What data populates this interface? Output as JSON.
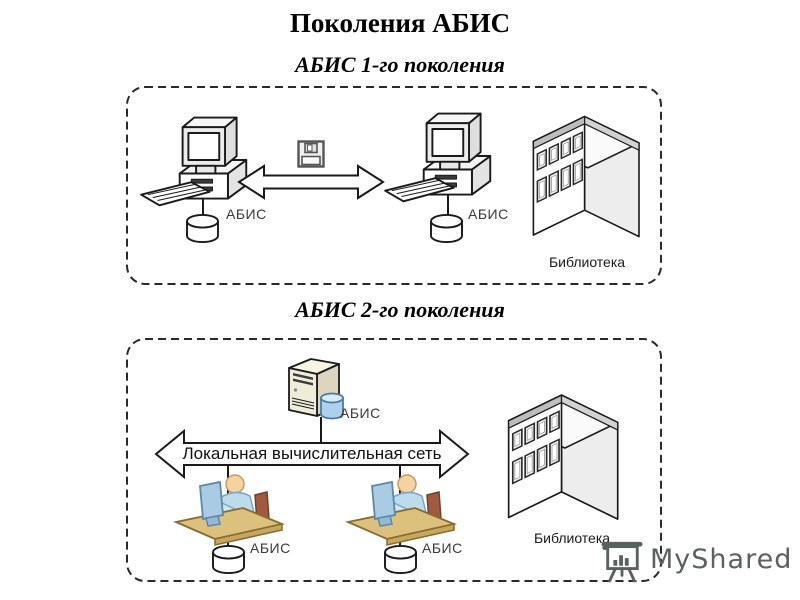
{
  "title": "Поколения АБИС",
  "section1": {
    "heading": "АБИС 1-го поколения",
    "computer1_db_label": "АБИС",
    "computer2_db_label": "АБИС",
    "building_label": "Библиотека"
  },
  "section2": {
    "heading": "АБИС 2-го поколения",
    "server_db_label": "АБИС",
    "network_arrow_label": "Локальная вычислительная сеть",
    "workstation1_db_label": "АБИС",
    "workstation2_db_label": "АБИС",
    "building_label": "Библиотека"
  },
  "watermark": {
    "brand": "MyShared"
  },
  "icons": {
    "computer": "isometric-desktop-pc",
    "database": "white-cylinder",
    "floppy": "floppy-disk",
    "transfer_arrow": "double-headed-arrow",
    "server": "tower-server-with-blue-database",
    "workstation": "user-at-desk-with-monitor",
    "building": "isometric-library-building",
    "watermark_logo": "presentation-board-with-bar-chart"
  },
  "colors": {
    "outline": "#1a1a1a",
    "server_body": "#efecd9",
    "db_blue": "#aed0ec",
    "desk": "#dcc07e",
    "shirt_blue": "#bcdcec",
    "skin": "#f5d3a1",
    "watermark": "#5a625d"
  }
}
